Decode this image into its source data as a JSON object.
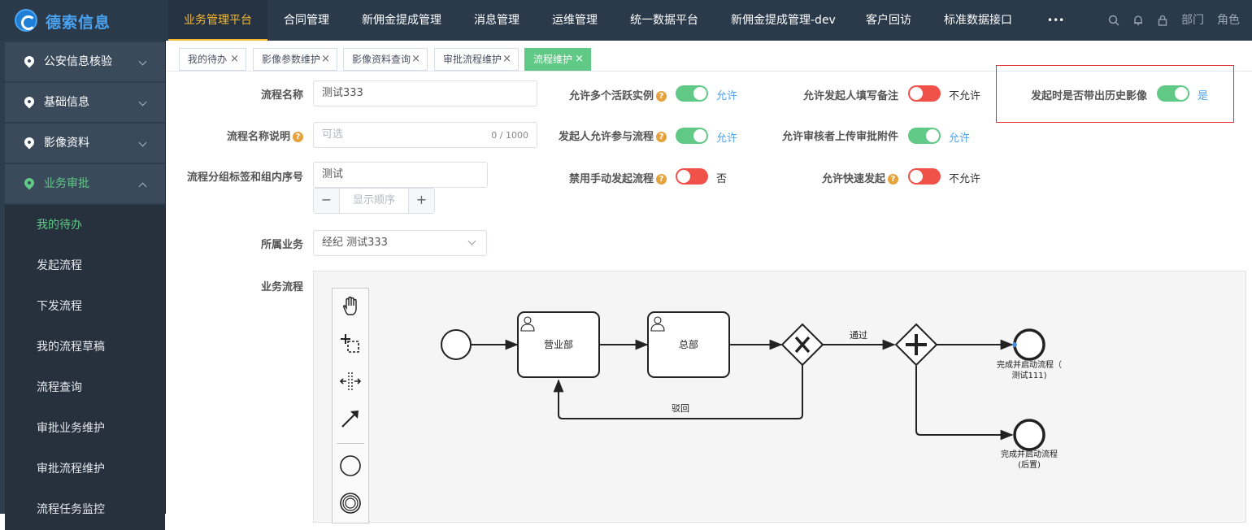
{
  "app": {
    "logo_text": "德索信息"
  },
  "topnav": {
    "items": [
      "业务管理平台",
      "合同管理",
      "新佣金提成管理",
      "消息管理",
      "运维管理",
      "统一数据平台",
      "新佣金提成管理-dev",
      "客户回访",
      "标准数据接口"
    ],
    "more": "•••",
    "right_icons": [
      "search-icon",
      "bell-icon",
      "lock-icon"
    ],
    "dept": "部门",
    "role": "角色"
  },
  "sidebar": {
    "groups": [
      "公安信息核验",
      "基础信息",
      "影像资料",
      "业务审批"
    ],
    "items": [
      "我的待办",
      "发起流程",
      "下发流程",
      "我的流程草稿",
      "流程查询",
      "审批业务维护",
      "审批流程维护",
      "流程任务监控"
    ]
  },
  "tabs": [
    "我的待办",
    "影像参数维护",
    "影像资料查询",
    "审批流程维护",
    "流程维护"
  ],
  "tab_close": "×",
  "form": {
    "name_label": "流程名称",
    "name_value": "测试333",
    "desc_label": "流程名称说明",
    "desc_placeholder": "可选",
    "desc_counter": "0 / 1000",
    "group_label": "流程分组标签和组内序号",
    "group_value": "测试",
    "stepper_minus": "−",
    "stepper_placeholder": "显示顺序",
    "stepper_plus": "+",
    "biz_label": "所属业务",
    "biz_value": "经纪 测试333",
    "flow_label": "业务流程",
    "help": "?",
    "switches": {
      "multi_active": {
        "label": "允许多个活跃实例",
        "value": "允许",
        "on": true
      },
      "initiator_join": {
        "label": "发起人允许参与流程",
        "value": "允许",
        "on": true
      },
      "disable_manual": {
        "label": "禁用手动发起流程",
        "value": "否",
        "on": false
      },
      "initiator_remark": {
        "label": "允许发起人填写备注",
        "value": "不允许",
        "on": false
      },
      "upload_attach": {
        "label": "允许审核者上传审批附件",
        "value": "允许",
        "on": true
      },
      "quick_start": {
        "label": "允许快速发起",
        "value": "不允许",
        "on": false
      },
      "history_images": {
        "label": "发起时是否带出历史影像",
        "value": "是",
        "on": true
      }
    }
  },
  "diagram": {
    "task1": "营业部",
    "task2": "总部",
    "pass_label": "通过",
    "reject_label": "驳回",
    "end1_line1": "完成并启动流程（",
    "end1_line2": "测试111)",
    "end2_line1": "完成并启动流程",
    "end2_line2": "(后置)",
    "palette": [
      "hand-tool-icon",
      "lasso-tool-icon",
      "space-tool-icon",
      "connect-tool-icon",
      "start-event-icon",
      "timer-event-icon"
    ]
  },
  "colors": {
    "topbar": "#2b3a4b",
    "sidebar": "#2f3e4e",
    "accent": "#5fc985",
    "nav_active": "#f7b931",
    "off": "#f0524a",
    "link": "#4aa3f0",
    "highlight_box": "#e03030"
  }
}
